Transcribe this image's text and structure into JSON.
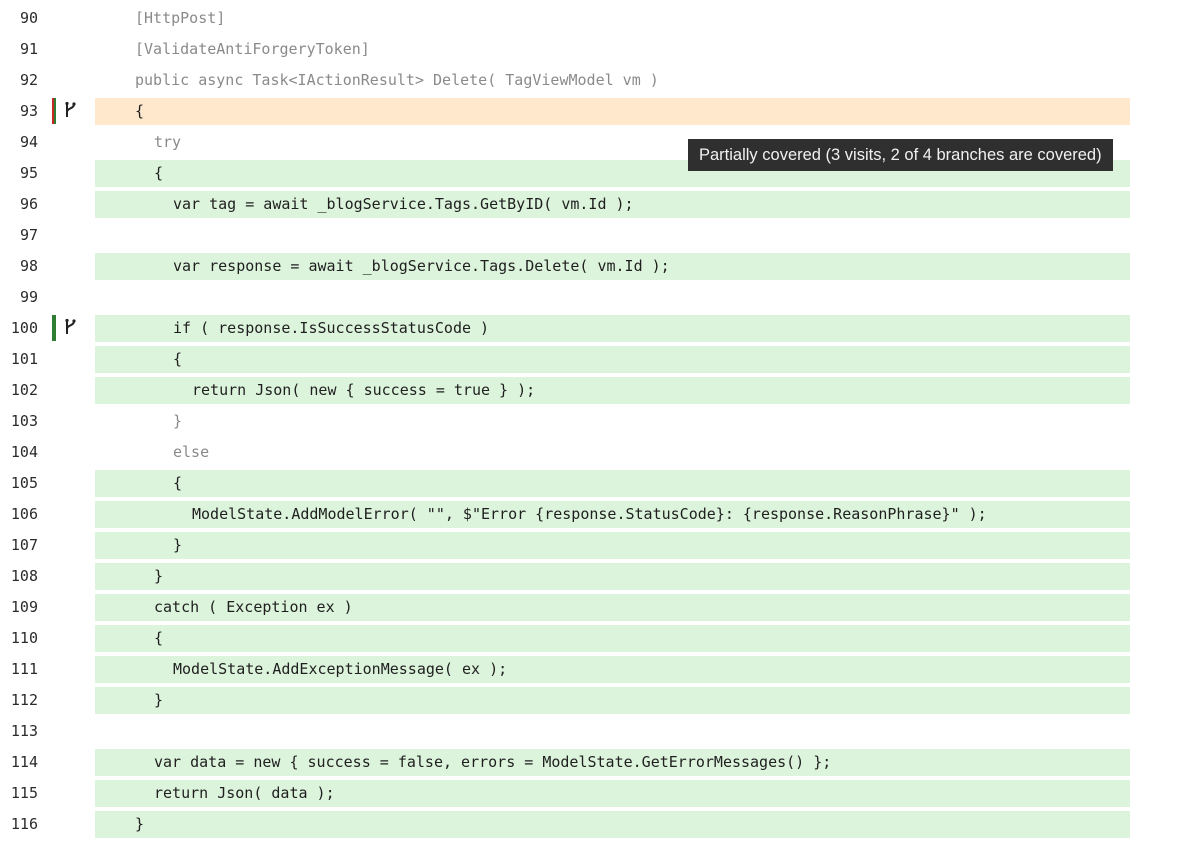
{
  "colors": {
    "covered_bg": "#dcf3dc",
    "partial_bg": "#ffe8cc",
    "tooltip_bg": "#2f2f2f",
    "tooltip_text": "#f1f1f1",
    "gutter_red": "#c62828",
    "gutter_green": "#2e7d32"
  },
  "tooltip": {
    "text": "Partially covered (3 visits, 2 of 4 branches are covered)"
  },
  "lines": [
    {
      "num": "90",
      "code": "[HttpPost]",
      "coverage": "none",
      "indent": 0,
      "muted": true
    },
    {
      "num": "91",
      "code": "[ValidateAntiForgeryToken]",
      "coverage": "none",
      "indent": 0,
      "muted": true
    },
    {
      "num": "92",
      "code": "public async Task<IActionResult> Delete( TagViewModel vm )",
      "coverage": "none",
      "indent": 0,
      "muted": true
    },
    {
      "num": "93",
      "code": "{",
      "coverage": "partial",
      "indent": 0,
      "gutter": "partial-branch"
    },
    {
      "num": "94",
      "code": "try",
      "coverage": "none",
      "indent": 1,
      "muted": true
    },
    {
      "num": "95",
      "code": "{",
      "coverage": "covered",
      "indent": 1
    },
    {
      "num": "96",
      "code": "var tag = await _blogService.Tags.GetByID( vm.Id );",
      "coverage": "covered",
      "indent": 2
    },
    {
      "num": "97",
      "code": "",
      "coverage": "none",
      "indent": 0
    },
    {
      "num": "98",
      "code": "var response = await _blogService.Tags.Delete( vm.Id );",
      "coverage": "covered",
      "indent": 2
    },
    {
      "num": "99",
      "code": "",
      "coverage": "none",
      "indent": 0
    },
    {
      "num": "100",
      "code": "if ( response.IsSuccessStatusCode )",
      "coverage": "covered",
      "indent": 2,
      "gutter": "covered-branch"
    },
    {
      "num": "101",
      "code": "{",
      "coverage": "covered",
      "indent": 2
    },
    {
      "num": "102",
      "code": "return Json( new { success = true } );",
      "coverage": "covered",
      "indent": 3
    },
    {
      "num": "103",
      "code": "}",
      "coverage": "none",
      "indent": 2,
      "muted": true
    },
    {
      "num": "104",
      "code": "else",
      "coverage": "none",
      "indent": 2,
      "muted": true
    },
    {
      "num": "105",
      "code": "{",
      "coverage": "covered",
      "indent": 2
    },
    {
      "num": "106",
      "code": "ModelState.AddModelError( \"\", $\"Error {response.StatusCode}: {response.ReasonPhrase}\" );",
      "coverage": "covered",
      "indent": 3
    },
    {
      "num": "107",
      "code": "}",
      "coverage": "covered",
      "indent": 2
    },
    {
      "num": "108",
      "code": "}",
      "coverage": "covered",
      "indent": 1
    },
    {
      "num": "109",
      "code": "catch ( Exception ex )",
      "coverage": "covered",
      "indent": 1
    },
    {
      "num": "110",
      "code": "{",
      "coverage": "covered",
      "indent": 1
    },
    {
      "num": "111",
      "code": "ModelState.AddExceptionMessage( ex );",
      "coverage": "covered",
      "indent": 2
    },
    {
      "num": "112",
      "code": "}",
      "coverage": "covered",
      "indent": 1
    },
    {
      "num": "113",
      "code": "",
      "coverage": "none",
      "indent": 0
    },
    {
      "num": "114",
      "code": "var data = new { success = false, errors = ModelState.GetErrorMessages() };",
      "coverage": "covered",
      "indent": 1
    },
    {
      "num": "115",
      "code": "return Json( data );",
      "coverage": "covered",
      "indent": 1
    },
    {
      "num": "116",
      "code": "}",
      "coverage": "covered",
      "indent": 0
    }
  ]
}
